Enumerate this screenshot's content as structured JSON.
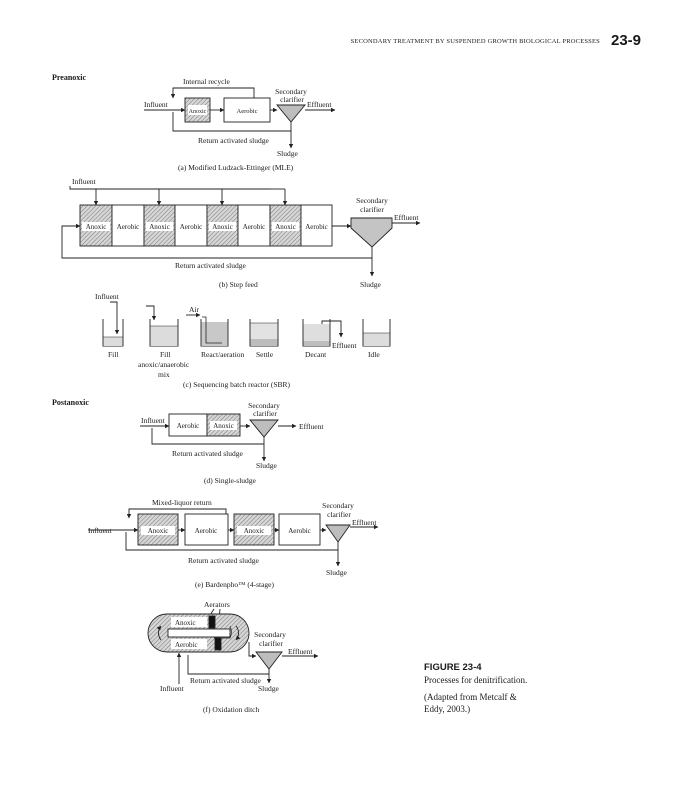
{
  "header": {
    "running_title": "SECONDARY TREATMENT BY SUSPENDED GROWTH BIOLOGICAL PROCESSES",
    "page_number": "23-9"
  },
  "sections": {
    "preanoxic": "Preanoxic",
    "postanoxic": "Postanoxic"
  },
  "labels": {
    "internal_recycle": "Internal recycle",
    "influent": "Influent",
    "effluent": "Effluent",
    "anoxic": "Anoxic",
    "aerobic": "Aerobic",
    "secondary": "Secondary",
    "clarifier": "clarifier",
    "return_activated_sludge": "Return activated sludge",
    "sludge": "Sludge",
    "air": "Air",
    "mixed_liquor_return": "Mixed-liquor return",
    "aerators": "Aerators"
  },
  "sbr_steps": {
    "fill": "Fill",
    "fill_mix_1": "Fill",
    "fill_mix_2": "anoxic/anaerobic",
    "fill_mix_3": "mix",
    "react": "React/aeration",
    "settle": "Settle",
    "decant": "Decant",
    "idle": "Idle"
  },
  "captions": {
    "a": "(a) Modified Ludzack-Ettinger (MLE)",
    "b": "(b) Step feed",
    "c": "(c) Sequencing batch reactor (SBR)",
    "d": "(d) Single-sludge",
    "e": "(e) Bardenpho™ (4-stage)",
    "f": "(f) Oxidation ditch"
  },
  "figure": {
    "number": "FIGURE 23-4",
    "title": "Processes for denitrification.",
    "source_line1": "(Adapted from Metcalf &",
    "source_line2": "Eddy, 2003.)"
  }
}
